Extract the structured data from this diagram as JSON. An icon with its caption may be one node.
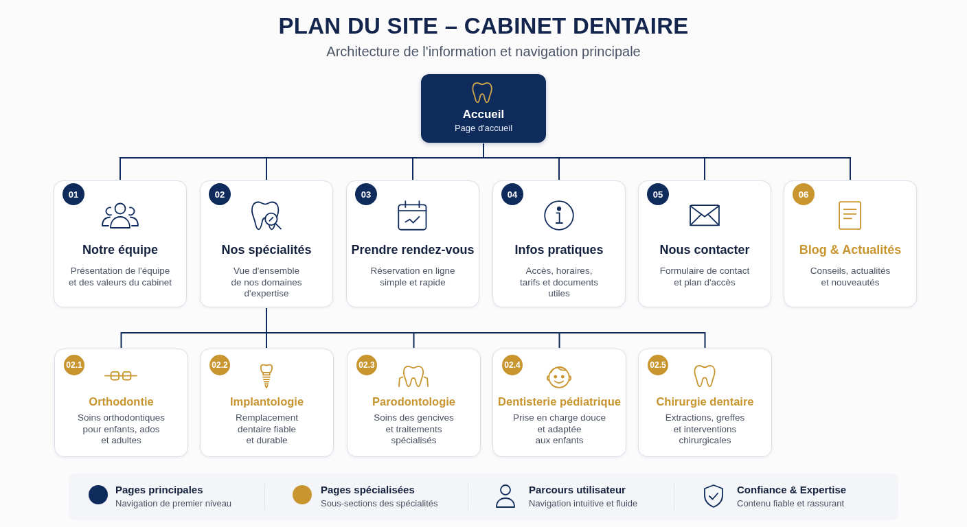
{
  "diagram": {
    "title": "PLAN DU SITE – CABINET DENTAIRE",
    "nodes": [
      {
        "text": [
          "Accueil",
          "Page d'accueil"
        ]
      },
      {
        "text": [
          "01",
          "Notre équipe",
          "Présentation de l'équipe et des valeurs du cabinet"
        ]
      },
      {
        "text": [
          "02",
          "Nos spécialités",
          "Vue d'ensemble de nos domaines d'expertise"
        ]
      },
      {
        "text": [
          "03",
          "Prendre rendez-vous",
          "Réservation en ligne simple et rapide"
        ]
      },
      {
        "text": [
          "04",
          "Infos pratiques",
          "Accès, horaires, tarifs et documents utiles"
        ]
      },
      {
        "text": [
          "05",
          "Nous contacter",
          "Formulaire de contact et plan d'accès"
        ]
      },
      {
        "text": [
          "06",
          "Blog & Actualités",
          "Conseils, actualités et nouveautés"
        ]
      },
      {
        "text": [
          "02.1",
          "Orthodontie",
          "Soins orthodontiques pour enfants, ados et adultes"
        ]
      },
      {
        "text": [
          "02.2",
          "Implantologie",
          "Remplacement dentaire fiable et durable"
        ]
      },
      {
        "text": [
          "02.3",
          "Parodontologie",
          "Soins des gencives et traitements spécialisés"
        ]
      },
      {
        "text": [
          "02.4",
          "Dentisterie pédiatrique",
          "Prise en charge douce et adaptée aux enfants"
        ]
      },
      {
        "text": [
          "02.5",
          "Chirurgie dentaire",
          "Extractions, greffes et interventions chirurgicales"
        ]
      }
    ],
    "edges": [
      {
        "from": 0,
        "to": 1,
        "arrow": "none"
      },
      {
        "from": 0,
        "to": 2,
        "arrow": "none"
      },
      {
        "from": 0,
        "to": 3,
        "arrow": "none"
      },
      {
        "from": 0,
        "to": 4,
        "arrow": "none"
      },
      {
        "from": 0,
        "to": 5,
        "arrow": "none"
      },
      {
        "from": 0,
        "to": 6,
        "arrow": "none"
      },
      {
        "from": 2,
        "to": 7,
        "arrow": "none"
      },
      {
        "from": 2,
        "to": 8,
        "arrow": "none"
      },
      {
        "from": 2,
        "to": 9,
        "arrow": "none"
      },
      {
        "from": 2,
        "to": 10,
        "arrow": "none"
      },
      {
        "from": 2,
        "to": 11,
        "arrow": "none"
      }
    ],
    "labels": [
      "Architecture de l'information et navigation principale",
      "Navigation de premier niveau",
      "Sous-sections des spécialités",
      "Navigation intuitive et fluide",
      "Contenu fiable et rassurant"
    ],
    "legend": [
      {
        "text": "Pages principales",
        "color": "#0f2b5b"
      },
      {
        "text": "Pages spécialisées",
        "color": "#c8952f"
      },
      {
        "text": "Parcours utilisateur"
      },
      {
        "text": "Confiance & Expertise"
      }
    ]
  }
}
